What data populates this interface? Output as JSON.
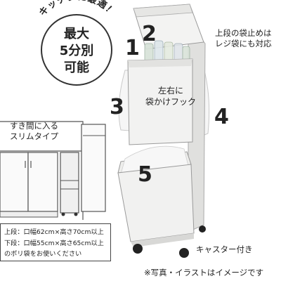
{
  "badge": {
    "arc_text": "キッチンに最適！",
    "lines": [
      "最大",
      "5分別",
      "可能"
    ]
  },
  "numbers": [
    "1",
    "2",
    "3",
    "4",
    "5"
  ],
  "callouts": {
    "top_bag_line1": "上段の袋止めは",
    "top_bag_line2": "レジ袋にも対応",
    "hook_line1": "左右に",
    "hook_line2": "袋かけフック",
    "slim_line1": "すき間に入る",
    "slim_line2": "スリムタイプ",
    "caster": "キャスター付き"
  },
  "size_note": {
    "lines": [
      "上段：口幅62cm×高さ70cm以上",
      "下段：口幅55cm×高さ65cm以上",
      "のポリ袋をお使いください"
    ]
  },
  "footnote": "※写真・イラストはイメージです",
  "colors": {
    "bin_body": "#f1f1f0",
    "bin_shade": "#d9d9d7",
    "outline": "#333333"
  }
}
